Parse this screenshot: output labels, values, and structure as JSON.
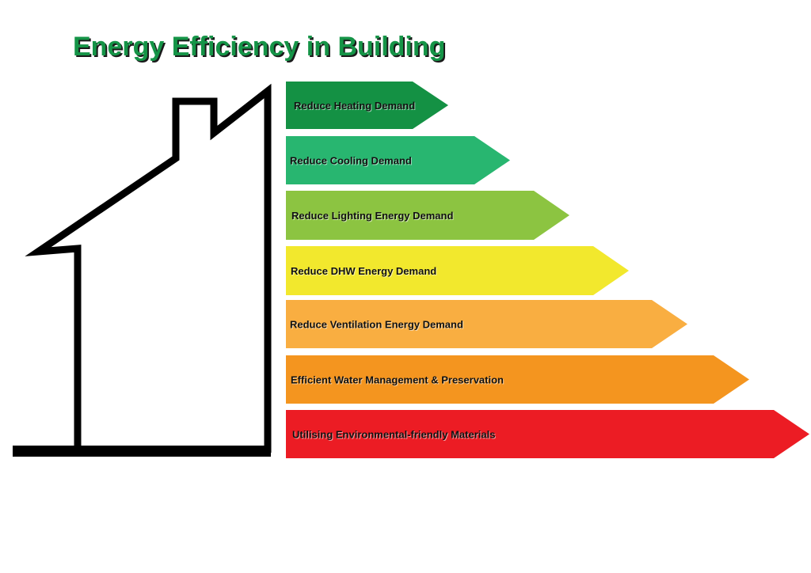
{
  "title": "Energy Efficiency in Building",
  "colors": {
    "title": "#159447",
    "house_outline": "#000000"
  },
  "bars": [
    {
      "label": "Reduce Heating Demand",
      "color": "#149144"
    },
    {
      "label": "Reduce Cooling Demand",
      "color": "#28b670"
    },
    {
      "label": "Reduce Lighting Energy Demand",
      "color": "#8cc441"
    },
    {
      "label": "Reduce DHW Energy Demand",
      "color": "#f2e82d"
    },
    {
      "label": "Reduce Ventilation Energy Demand",
      "color": "#f9ae41"
    },
    {
      "label": "Efficient Water Management & Preservation",
      "color": "#f4951f"
    },
    {
      "label": "Utilising Environmental-friendly Materials",
      "color": "#ec1c24"
    }
  ]
}
